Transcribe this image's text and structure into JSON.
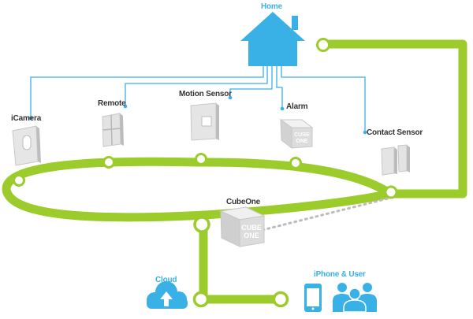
{
  "diagram": {
    "home": {
      "label": "Home"
    },
    "devices": {
      "icamera": {
        "label": "iCamera"
      },
      "remote": {
        "label": "Remote"
      },
      "motion_sensor": {
        "label": "Motion Sensor"
      },
      "alarm": {
        "label": "Alarm",
        "logo_text": [
          "CUBE",
          "ONE"
        ]
      },
      "contact_sensor": {
        "label": "Contact Sensor"
      }
    },
    "hub": {
      "label": "CubeOne",
      "logo_text": [
        "CUBE",
        "ONE"
      ]
    },
    "cloud": {
      "label": "Cloud"
    },
    "user": {
      "label": "iPhone & User"
    }
  },
  "colors": {
    "loop_green": "#9ccb2c",
    "connector_blue": "#39b1e6",
    "device_grey": "#d8d8d8",
    "dotted_grey": "#bcbcbc"
  }
}
